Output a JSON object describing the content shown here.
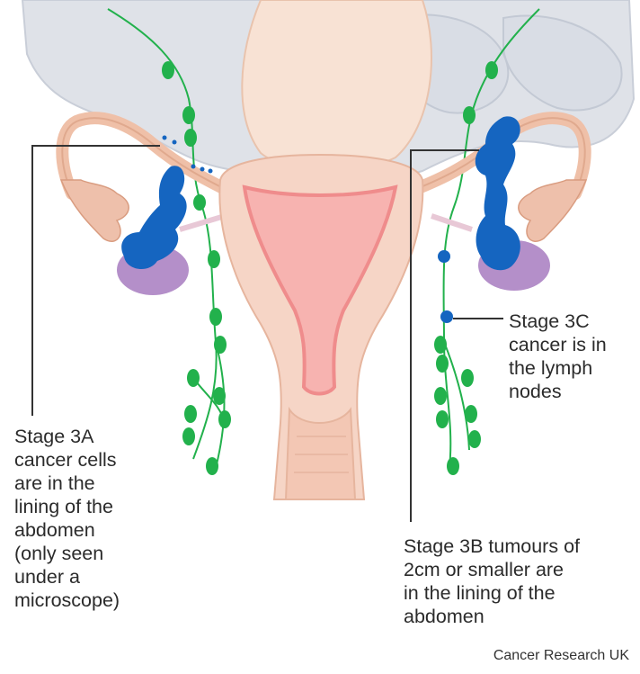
{
  "labels": {
    "stage_3a": "Stage 3A\ncancer cells\nare in the\nlining of the\nabdomen\n(only seen\nunder a\nmicroscope)",
    "stage_3b": "Stage 3B tumours of\n2cm or smaller are\nin the lining of the\nabdomen",
    "stage_3c": "Stage 3C\ncancer is in\nthe lymph\nnodes"
  },
  "credit": "Cancer Research UK",
  "colors": {
    "cancer": "#1565c0",
    "lymph_node": "#22b14c",
    "ovary": "#b48fc9",
    "uterus": "#f6d5c6",
    "uterus_lining": "#ef8c8c",
    "organ_grey": "#dfe2e8",
    "leader_line": "#333333"
  }
}
